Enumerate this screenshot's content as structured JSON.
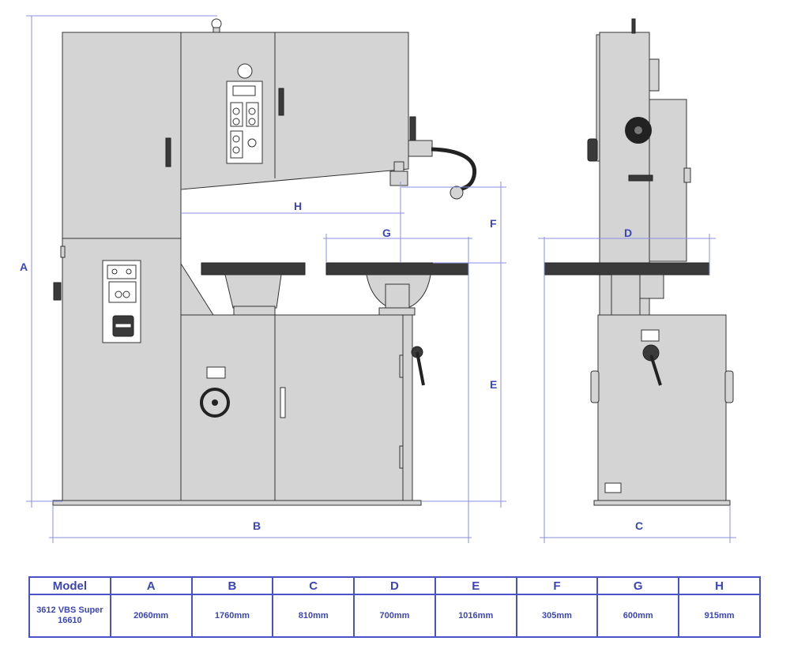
{
  "dimension_labels": {
    "A": "A",
    "B": "B",
    "C": "C",
    "D": "D",
    "E": "E",
    "F": "F",
    "G": "G",
    "H": "H"
  },
  "table": {
    "headers": [
      "Model",
      "A",
      "B",
      "C",
      "D",
      "E",
      "F",
      "G",
      "H"
    ],
    "row": [
      "3612 VBS Super 16610",
      "2060mm",
      "1760mm",
      "810mm",
      "700mm",
      "1016mm",
      "305mm",
      "600mm",
      "915mm"
    ]
  },
  "colors": {
    "machine_fill": "#d4d4d4",
    "outline": "#333333",
    "table_top": "#3a3a3a",
    "dimension_line": "#8a90e0",
    "label_blue": "#3a45b8",
    "table_border": "#4a52c8"
  }
}
